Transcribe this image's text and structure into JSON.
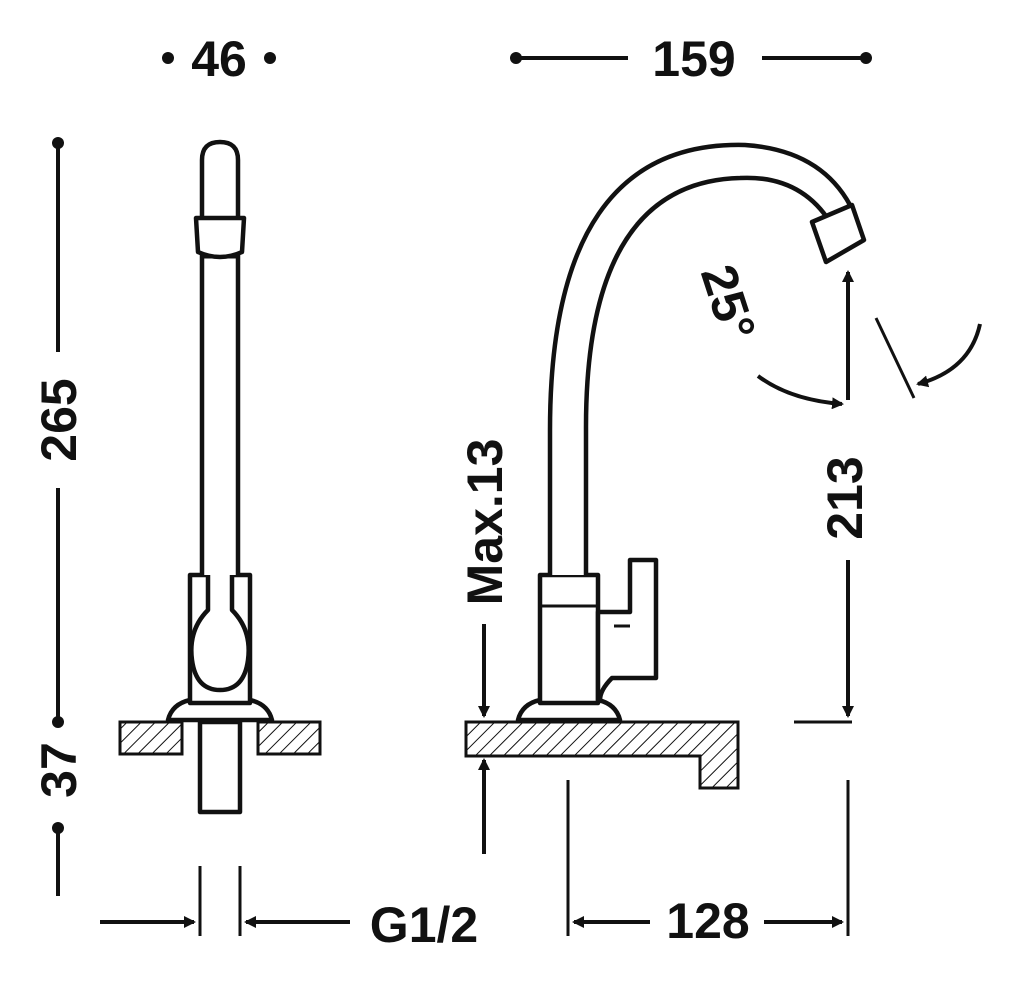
{
  "dimensions": {
    "width_side": "46",
    "width_front": "159",
    "height_total": "265",
    "height_below": "37",
    "max_deck": "Max.13",
    "spout_height": "213",
    "spout_angle": "25°",
    "connection": "G1/2",
    "reach": "128"
  },
  "colors": {
    "line": "#111111",
    "background": "#ffffff"
  }
}
